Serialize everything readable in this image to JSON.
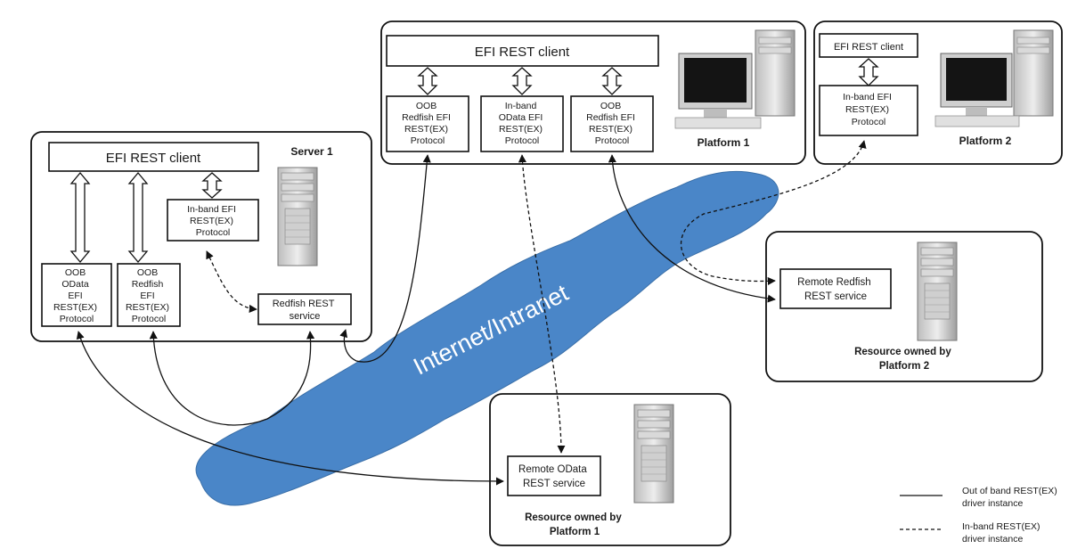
{
  "cloud": {
    "label": "Internet/Intranet",
    "color": "#4a86c8"
  },
  "server1": {
    "title": "Server 1",
    "client": "EFI REST client",
    "inband": [
      "In-band EFI",
      "REST(EX)",
      "Protocol"
    ],
    "oob_odata": [
      "OOB",
      "OData",
      "EFI",
      "REST(EX)",
      "Protocol"
    ],
    "oob_redfish": [
      "OOB",
      "Redfish",
      "EFI",
      "REST(EX)",
      "Protocol"
    ],
    "service": [
      "Redfish REST",
      "service"
    ]
  },
  "platform1": {
    "title": "Platform 1",
    "client": "EFI REST client",
    "oob_redfish_1": [
      "OOB",
      "Redfish EFI",
      "REST(EX)",
      "Protocol"
    ],
    "inband_odata": [
      "In-band",
      "OData EFI",
      "REST(EX)",
      "Protocol"
    ],
    "oob_redfish_2": [
      "OOB",
      "Redfish EFI",
      "REST(EX)",
      "Protocol"
    ]
  },
  "platform2": {
    "title": "Platform 2",
    "client": "EFI REST client",
    "inband": [
      "In-band EFI",
      "REST(EX)",
      "Protocol"
    ]
  },
  "resource_p2": {
    "service": [
      "Remote Redfish",
      "REST service"
    ],
    "caption": [
      "Resource owned by",
      "Platform 2"
    ]
  },
  "resource_p1": {
    "service": [
      "Remote OData",
      "REST service"
    ],
    "caption": [
      "Resource owned by",
      "Platform 1"
    ]
  },
  "legend": {
    "solid": [
      "Out of band REST(EX)",
      "driver instance"
    ],
    "dashed": [
      "In-band REST(EX)",
      "driver instance"
    ]
  },
  "icons": [
    "server-tower-icon",
    "desktop-computer-icon"
  ]
}
